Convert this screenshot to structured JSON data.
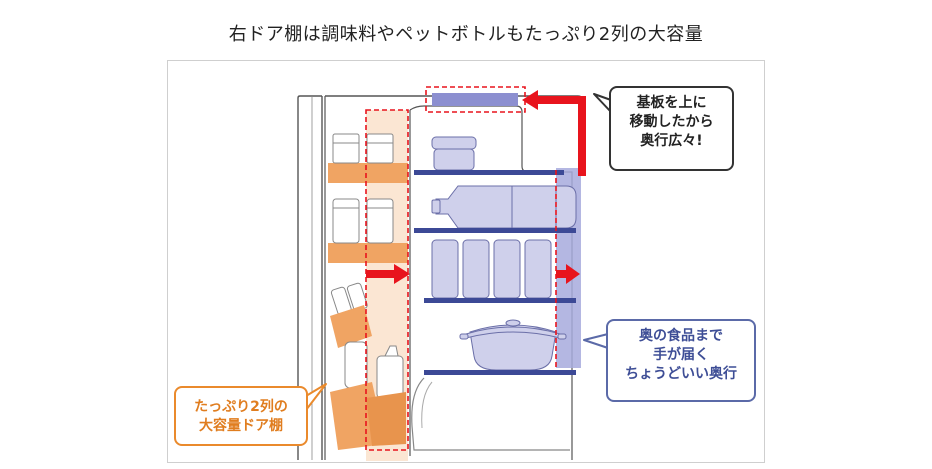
{
  "title": "右ドア棚は調味料やペットボトルもたっぷり2列の大容量",
  "callouts": {
    "board": {
      "lines": [
        "基板を上に",
        "移動したから",
        "奥行広々!"
      ]
    },
    "depth": {
      "lines": [
        "奥の食品まで",
        "手が届く",
        "ちょうどいい奥行"
      ]
    },
    "door": {
      "lines": [
        "たっぷり2列の",
        "大容量ドア棚"
      ]
    }
  },
  "colors": {
    "arrow": "#e8141d",
    "door_shelf": "#f0a463",
    "door_column": "#fbe6d3",
    "interior_shelf": "#3c4996",
    "item_fill": "#cfd0eb",
    "item_stroke": "#6b6fa8",
    "depth_band": "#a7aadd",
    "board": "#8c8fd0",
    "callout_blue_text": "#3e4e96",
    "callout_orange_text": "#e07d1f"
  }
}
